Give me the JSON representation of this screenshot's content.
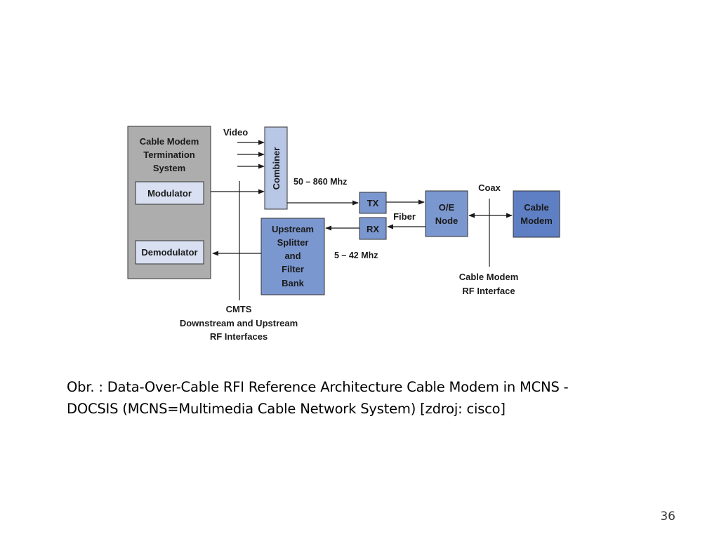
{
  "diagram": {
    "cmts_title": [
      "Cable Modem",
      "Termination",
      "System"
    ],
    "modulator": "Modulator",
    "demodulator": "Demodulator",
    "video": "Video",
    "combiner": "Combiner",
    "downstream_freq": "50 – 860 Mhz",
    "upstream_freq": "5 – 42 Mhz",
    "tx": "TX",
    "rx": "RX",
    "fiber": "Fiber",
    "oe_node": [
      "O/E",
      "Node"
    ],
    "coax": "Coax",
    "cable_modem": [
      "Cable",
      "Modem"
    ],
    "upstream_bank": [
      "Upstream",
      "Splitter",
      "and",
      "Filter",
      "Bank"
    ],
    "cmts_interfaces": [
      "CMTS",
      "Downstream and Upstream",
      "RF Interfaces"
    ],
    "cm_interface": [
      "Cable Modem",
      "RF Interface"
    ],
    "colors": {
      "cmts_fill": "#adadad",
      "box_light": "#b8c7e6",
      "box_medium": "#7b97cf",
      "box_dark": "#5e7fc3",
      "line": "#1a1a1a"
    }
  },
  "caption": "Obr. : Data-Over-Cable RFI Reference Architecture Cable Modem in MCNS - DOCSIS (MCNS=Multimedia Cable Network System) [zdroj: cisco]",
  "page_number": "36"
}
